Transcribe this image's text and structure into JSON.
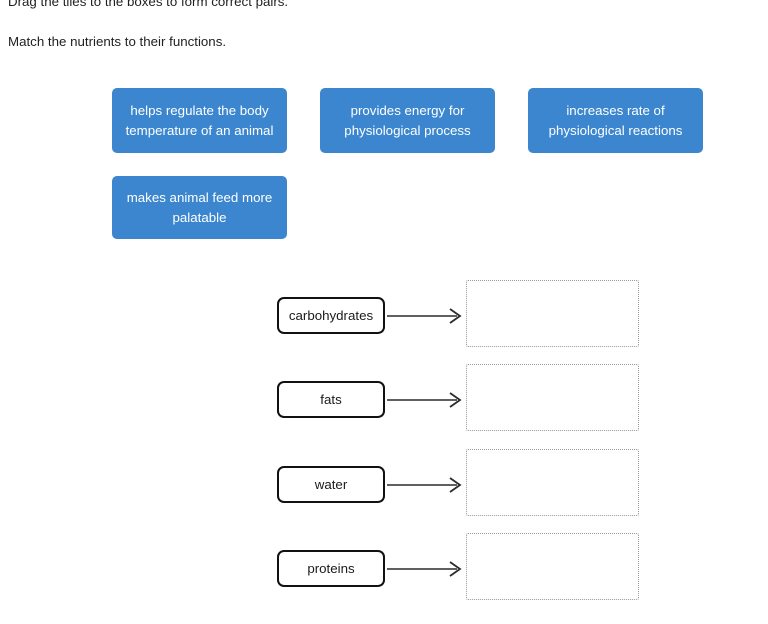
{
  "instructions": {
    "drag_hint": "Drag the tiles to the boxes to form correct pairs.",
    "prompt": "Match the nutrients to their functions."
  },
  "colors": {
    "tile_blue": "#3b86cf",
    "tile_text": "#ffffff",
    "term_border": "#111111",
    "drop_border": "#9a9a9a",
    "page_background": "#ffffff"
  },
  "tiles": [
    {
      "label": "helps regulate the body temperature of an animal"
    },
    {
      "label": "provides energy for physiological process"
    },
    {
      "label": "increases rate of physiological reactions"
    },
    {
      "label": "makes animal feed more palatable"
    }
  ],
  "pairs": [
    {
      "term": "carbohydrates",
      "answer": ""
    },
    {
      "term": "fats",
      "answer": ""
    },
    {
      "term": "water",
      "answer": ""
    },
    {
      "term": "proteins",
      "answer": ""
    }
  ]
}
